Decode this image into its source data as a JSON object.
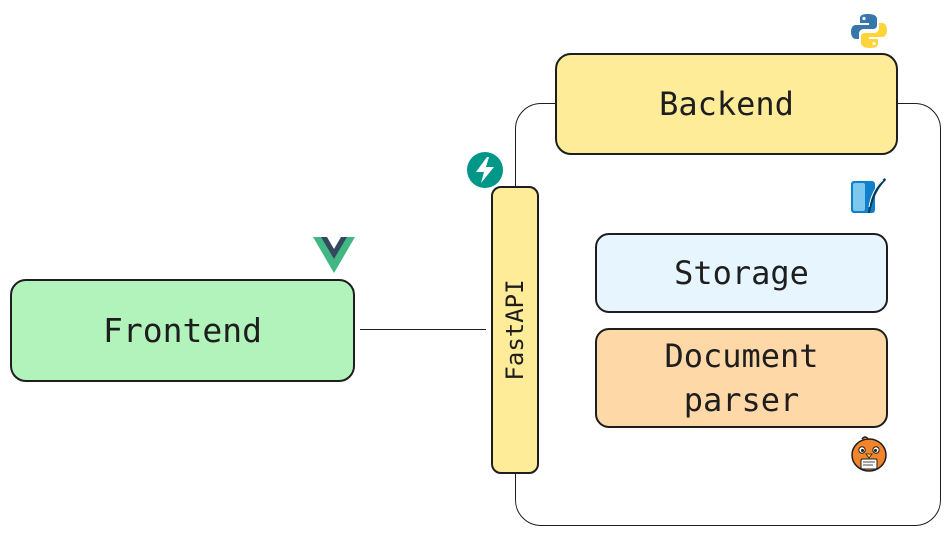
{
  "nodes": {
    "frontend": "Frontend",
    "backend": "Backend",
    "fastapi": "FastAPI",
    "storage": "Storage",
    "parser_line1": "Document",
    "parser_line2": "parser"
  },
  "icons": {
    "frontend": "vue-logo-icon",
    "api": "fastapi-logo-icon",
    "backend": "python-logo-icon",
    "storage": "sqlite-logo-icon",
    "parser": "bird-mascot-icon"
  },
  "colors": {
    "frontend": "#b2f2bb",
    "backend": "#ffec99",
    "fastapi": "#ffec99",
    "storage": "#e7f5ff",
    "parser": "#ffd8a8"
  }
}
